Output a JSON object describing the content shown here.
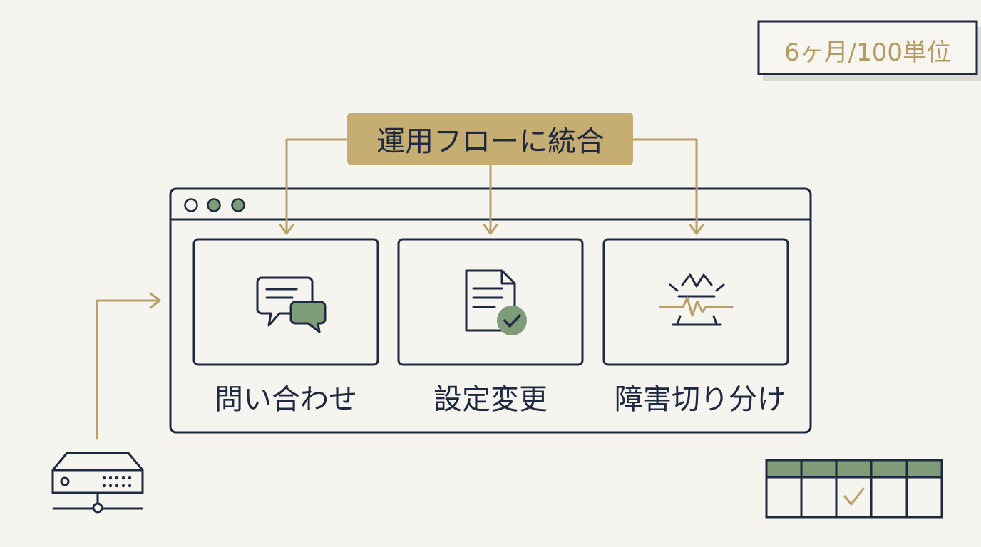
{
  "badge": {
    "text": "6ヶ月/100単位"
  },
  "banner": {
    "text": "運用フローに統合"
  },
  "window": {
    "dots": [
      "dot-1",
      "dot-2",
      "dot-3"
    ]
  },
  "panels": [
    {
      "icon": "chat-bubbles-icon",
      "label": "問い合わせ"
    },
    {
      "icon": "document-check-icon",
      "label": "設定変更"
    },
    {
      "icon": "incident-spike-icon",
      "label": "障害切り分け"
    }
  ],
  "device": {
    "icon": "network-switch-icon"
  },
  "calendar": {
    "icon": "calendar-grid-icon",
    "checked_column": 3,
    "columns": 5
  },
  "colors": {
    "ink": "#1f2940",
    "gold": "#b8a06a",
    "gold_fill": "#c6ad72",
    "green": "#7f9c78",
    "paper": "#f6f4ee"
  }
}
